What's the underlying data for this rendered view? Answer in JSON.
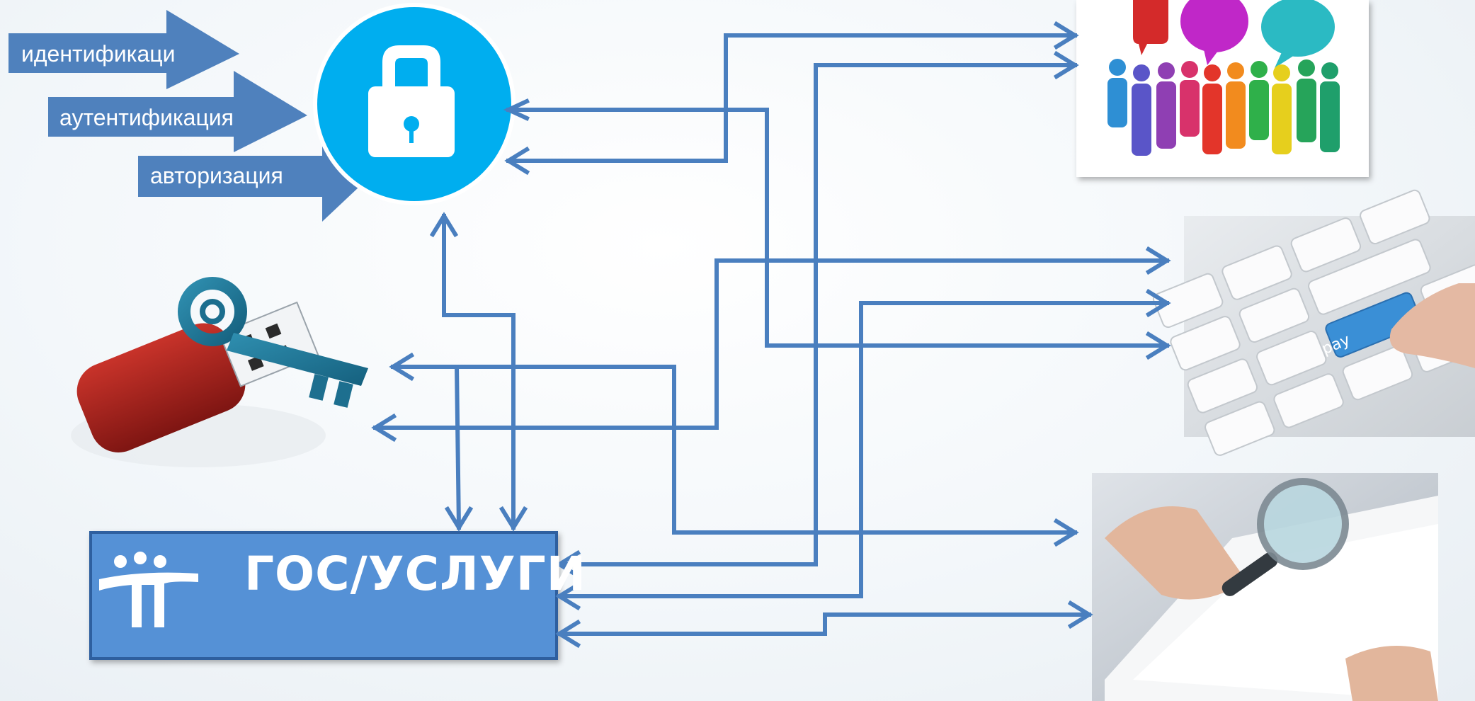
{
  "steps": [
    {
      "label": "идентификаци"
    },
    {
      "label": "аутентификация"
    },
    {
      "label": "авторизация"
    }
  ],
  "portal": {
    "brand": "ГОС/УСЛУГИ"
  },
  "keyboard": {
    "pay_key": "pay"
  },
  "colors": {
    "arrow": "#4a7fbf",
    "step_arrow": "#4f81bd",
    "lock_circle": "#00aeef",
    "portal_box": "#5591d6"
  },
  "icons": [
    "lock-icon",
    "usb-token-key-icon",
    "people-group-icon",
    "keyboard-pay-icon",
    "magnifier-document-icon",
    "gosuslugi-logo-icon"
  ]
}
